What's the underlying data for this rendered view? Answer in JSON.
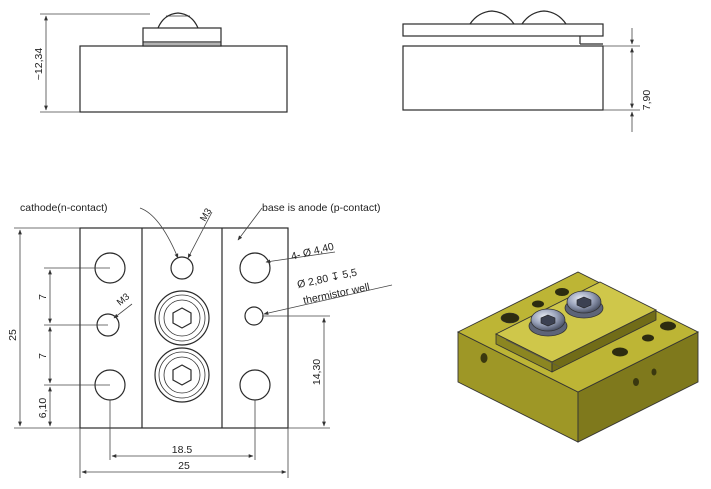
{
  "labels": {
    "cathode": "cathode(n-contact)",
    "anode": "base is anode (p-contact)",
    "m3_top": "M3",
    "m3_side": "M3",
    "hole_4x": "4- Ø 4,40",
    "hole_therm": "Ø 2,80 ↧ 5,5",
    "thermistor": "thermistor well"
  },
  "dimensions": {
    "height_total": "~12,34",
    "height_base": "7,90",
    "width_overall": "25",
    "height_overall": "25",
    "pitch_upper": "7",
    "pitch_lower": "7",
    "bottom_offset": "6,10",
    "hole_span": "18.5",
    "therm_height": "14,30"
  },
  "colors": {
    "body": "#b5ad2e",
    "body_dark": "#8a8420",
    "body_light": "#cfc74a",
    "screw": "#8f98b0"
  }
}
